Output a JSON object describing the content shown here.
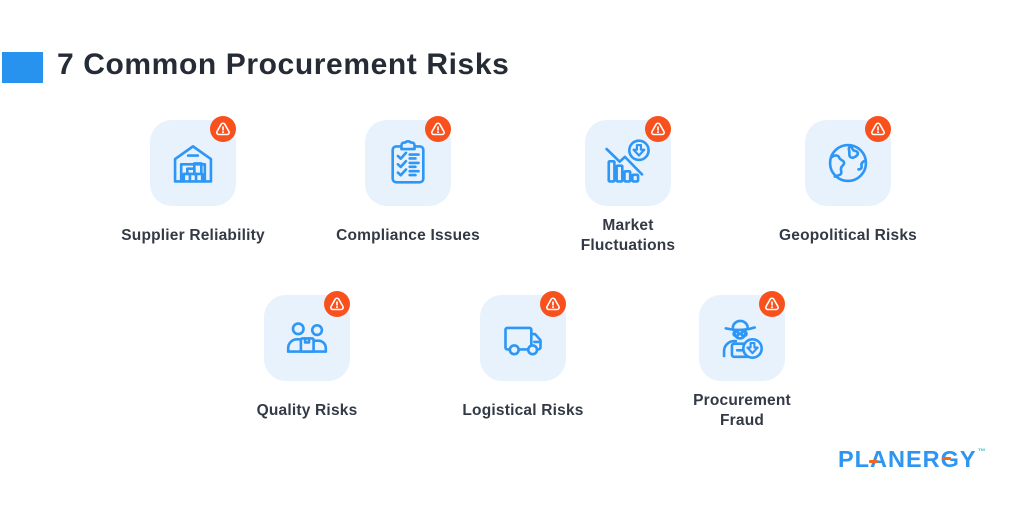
{
  "page": {
    "title": "7 Common Procurement Risks"
  },
  "colors": {
    "accent_blue": "#2893ef",
    "icon_blue": "#2e97f5",
    "tile_bg": "#e8f2fc",
    "badge_orange": "#f8511d",
    "title_text": "#262c36",
    "label_text": "#333a45",
    "logo_blue": "#2e96f0",
    "logo_tm_teal": "#4cc4ce",
    "logo_accent_orange": "#f4651f"
  },
  "risks": [
    {
      "label": "Supplier Reliability",
      "icon": "warehouse-icon",
      "badge": "warning-triangle-icon"
    },
    {
      "label": "Compliance Issues",
      "icon": "clipboard-checklist-icon",
      "badge": "warning-triangle-icon"
    },
    {
      "label": "Market\nFluctuations",
      "icon": "declining-chart-icon",
      "badge": "warning-triangle-icon"
    },
    {
      "label": "Geopolitical Risks",
      "icon": "globe-icon",
      "badge": "warning-triangle-icon"
    },
    {
      "label": "Quality Risks",
      "icon": "people-package-icon",
      "badge": "warning-triangle-icon"
    },
    {
      "label": "Logistical Risks",
      "icon": "truck-icon",
      "badge": "warning-triangle-icon"
    },
    {
      "label": "Procurement\nFraud",
      "icon": "fraudster-icon",
      "badge": "warning-triangle-icon"
    }
  ],
  "footer": {
    "logo_text": "PLANERGY",
    "trademark": "™"
  }
}
